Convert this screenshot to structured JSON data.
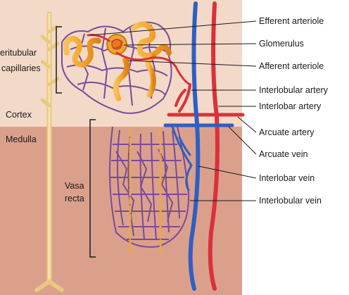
{
  "labels": {
    "peritubular_capillaries_line1": "eritubular",
    "peritubular_capillaries_line2": "capillaries",
    "cortex": "Cortex",
    "medulla": "Medulla",
    "vasa_recta_line1": "Vasa",
    "vasa_recta_line2": "recta",
    "efferent_arteriole": "Efferent arteriole",
    "glomerulus": "Glomerulus",
    "afferent_arteriole": "Afferent arteriole",
    "interlobular_artery": "Interlobular artery",
    "interlobar_artery": "Interlobar artery",
    "arcuate_artery": "Arcuate artery",
    "arcuate_vein": "Arcuate vein",
    "interlobar_vein": "Interlobar vein",
    "interlobular_vein": "Interlobular vein"
  },
  "colors": {
    "cortex_background": "#f3d9c8",
    "medulla_background": "#dba08c",
    "artery": "#d9323a",
    "vein": "#2f5fc2",
    "capillary_network": "#7a4a9a",
    "tubule": "#f3a52a",
    "collecting_duct": "#f2d698"
  }
}
